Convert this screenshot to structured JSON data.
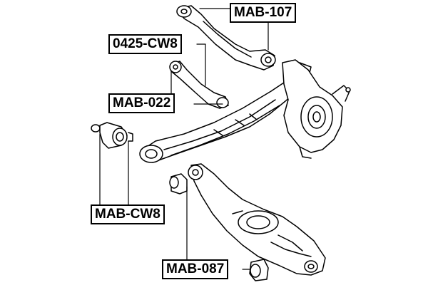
{
  "labels": {
    "mab107": "MAB-107",
    "cw8_0425": "0425-CW8",
    "mab022": "MAB-022",
    "mabcw8": "MAB-CW8",
    "mab087": "MAB-087"
  },
  "colors": {
    "line": "#000000",
    "fill": "#ffffff",
    "shade": "#e6e6e6"
  }
}
